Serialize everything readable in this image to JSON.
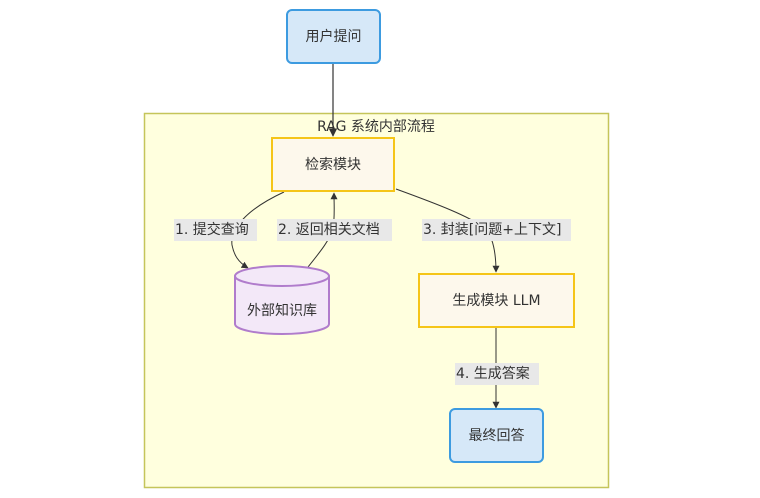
{
  "diagram": {
    "type": "flowchart",
    "cluster": {
      "title": "RAG 系统内部流程",
      "fill": "#ffffde",
      "stroke": "#c5c55a"
    },
    "nodes": {
      "user_question": {
        "label": "用户提问",
        "fill": "#d6e8f8",
        "stroke": "#3d9be0",
        "shape": "rounded-rect"
      },
      "retrieval": {
        "label": "检索模块",
        "fill": "#fdf8ec",
        "stroke": "#f5c518",
        "shape": "rect"
      },
      "knowledge_base": {
        "label": "外部知识库",
        "fill": "#f3e8f8",
        "stroke": "#b07ccc",
        "shape": "cylinder"
      },
      "generation": {
        "label": "生成模块 LLM",
        "fill": "#fdf8ec",
        "stroke": "#f5c518",
        "shape": "rect"
      },
      "final_answer": {
        "label": "最终回答",
        "fill": "#d6e8f8",
        "stroke": "#3d9be0",
        "shape": "rounded-rect"
      }
    },
    "edges": [
      {
        "from": "user_question",
        "to": "retrieval",
        "label": ""
      },
      {
        "from": "retrieval",
        "to": "knowledge_base",
        "label": "1. 提交查询"
      },
      {
        "from": "knowledge_base",
        "to": "retrieval",
        "label": "2. 返回相关文档"
      },
      {
        "from": "retrieval",
        "to": "generation",
        "label": "3. 封装[问题+上下文]"
      },
      {
        "from": "generation",
        "to": "final_answer",
        "label": "4. 生成答案"
      }
    ],
    "edge_color": "#333333",
    "label_bg": "#e8e8e8"
  }
}
